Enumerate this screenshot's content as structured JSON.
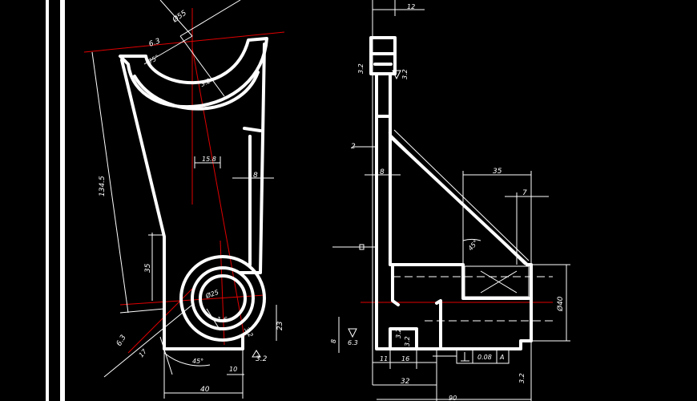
{
  "drawing": {
    "front_view": {
      "dims": {
        "d_top_arc": "Ø55",
        "r_top": "6.3",
        "ang_top": "75°",
        "rough_top": "3.2",
        "len_diag": "134.5",
        "w_15_8": "15.8",
        "w_8": "8",
        "h_35": "35",
        "d_boss": "Ø25",
        "r_1_6": "1.6",
        "rough_boss": "3.2",
        "h_23": "23",
        "r_63_b": "6.3",
        "w_17": "17",
        "ang_45": "45°",
        "w_10": "10",
        "rough_base": "3.2",
        "w_40": "40"
      }
    },
    "side_view": {
      "dims": {
        "w_12": "12",
        "rough_top_l": "3.2",
        "rough_top_r": "3.2",
        "w_2": "2",
        "w_8": "8",
        "w_35": "35",
        "w_7": "7",
        "ang_45": "45°",
        "d_40": "Ø40",
        "h_8": "8",
        "rough_base": "6.3",
        "rough_slot": "3.2",
        "rough_slot_b": "3.2",
        "w_11": "11",
        "w_16": "16",
        "w_32": "32",
        "w_bottom": "90",
        "tol_value": "0.08",
        "tol_datum": "A",
        "rough_corner": "3.2"
      }
    }
  }
}
